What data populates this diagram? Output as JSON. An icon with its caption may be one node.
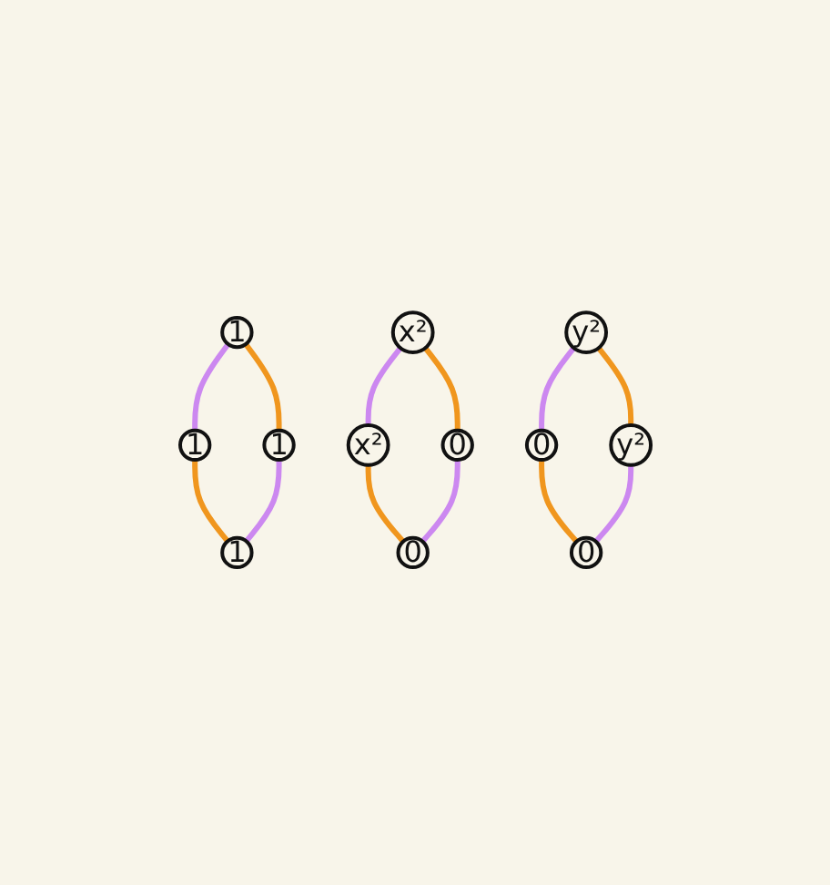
{
  "diagram": {
    "nodes": [
      {
        "text": [
          "1"
        ]
      },
      {
        "text": [
          "1"
        ]
      },
      {
        "text": [
          "1"
        ]
      },
      {
        "text": [
          "1"
        ]
      },
      {
        "text": [
          "x²"
        ]
      },
      {
        "text": [
          "x²"
        ]
      },
      {
        "text": [
          "0"
        ]
      },
      {
        "text": [
          "0"
        ]
      },
      {
        "text": [
          "y²"
        ]
      },
      {
        "text": [
          "0"
        ]
      },
      {
        "text": [
          "y²"
        ]
      },
      {
        "text": [
          "0"
        ]
      }
    ],
    "edges": [
      {
        "from": 0,
        "to": 1,
        "arrow": "none",
        "color": "#cc88f0"
      },
      {
        "from": 0,
        "to": 2,
        "arrow": "none",
        "color": "#f0961e"
      },
      {
        "from": 1,
        "to": 3,
        "arrow": "none",
        "color": "#f0961e"
      },
      {
        "from": 2,
        "to": 3,
        "arrow": "none",
        "color": "#cc88f0"
      },
      {
        "from": 4,
        "to": 5,
        "arrow": "none",
        "color": "#cc88f0"
      },
      {
        "from": 4,
        "to": 6,
        "arrow": "none",
        "color": "#f0961e"
      },
      {
        "from": 5,
        "to": 7,
        "arrow": "none",
        "color": "#f0961e"
      },
      {
        "from": 6,
        "to": 7,
        "arrow": "none",
        "color": "#cc88f0"
      },
      {
        "from": 8,
        "to": 9,
        "arrow": "none",
        "color": "#cc88f0"
      },
      {
        "from": 8,
        "to": 10,
        "arrow": "none",
        "color": "#f0961e"
      },
      {
        "from": 9,
        "to": 11,
        "arrow": "none",
        "color": "#f0961e"
      },
      {
        "from": 10,
        "to": 11,
        "arrow": "none",
        "color": "#cc88f0"
      }
    ]
  }
}
